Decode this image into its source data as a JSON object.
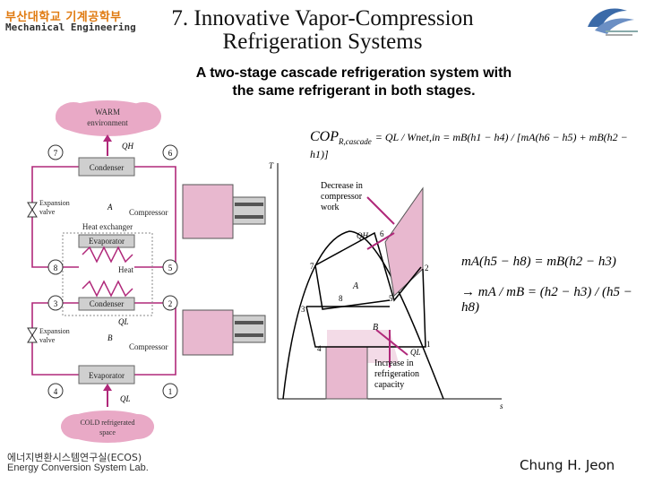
{
  "header": {
    "logo_korean": "부산대학교 기계공학부",
    "logo_english": "Mechanical Engineering",
    "title_line1": "7. Innovative Vapor-Compression",
    "title_line2": "Refrigeration Systems"
  },
  "subtitle": {
    "line1": "A two-stage cascade refrigeration system with",
    "line2": "the same refrigerant in both stages."
  },
  "schematic": {
    "warm": "WARM",
    "warm_env": "environment",
    "cold_line1": "COLD refrigerated",
    "cold_line2": "space",
    "condenser_top": "Condenser",
    "condenser_mid": "Condenser",
    "evaporator_mid": "Evaporator",
    "evaporator_bot": "Evaporator",
    "compressor_a": "Compressor",
    "compressor_b": "Compressor",
    "expansion_a1": "Expansion",
    "expansion_a2": "valve",
    "expansion_b1": "Expansion",
    "expansion_b2": "valve",
    "heat_exchanger": "Heat exchanger",
    "heat": "Heat",
    "label_a": "A",
    "label_b": "B",
    "qh": "QH",
    "ql_mid": "QL",
    "ql_bot": "QL",
    "states": [
      "7",
      "6",
      "8",
      "5",
      "3",
      "2",
      "4",
      "1"
    ]
  },
  "ts_diagram": {
    "t_axis": "T",
    "s_axis": "s",
    "decrease1": "Decrease in",
    "decrease2": "compressor",
    "decrease3": "work",
    "increase1": "Increase in",
    "increase2": "refrigeration",
    "increase3": "capacity",
    "qh": "QH",
    "ql": "QL",
    "label_a": "A",
    "label_b": "B",
    "points": [
      "6",
      "7",
      "2",
      "8",
      "5",
      "3",
      "4",
      "1"
    ]
  },
  "equations": {
    "cop_lhs": "COP",
    "cop_sub": "R,cascade",
    "cop_eq": "= QL / Wnet,in = mB(h1 − h4) / [mA(h6 − h5) + mB(h2 − h1)]",
    "balance": "mA(h5 − h8) = mB(h2 − h3)",
    "ratio": "→ mA / mB = (h2 − h3) / (h5 − h8)"
  },
  "footer": {
    "lab_korean": "에너지변환시스템연구실(ECOS)",
    "lab_english": "Energy Conversion System Lab.",
    "author": "Chung H. Jeon"
  },
  "colors": {
    "pink": "#e8b8cf",
    "magenta": "#b0287a",
    "cloud": "#e9a9c6",
    "gray_box": "#cfcfcf"
  }
}
